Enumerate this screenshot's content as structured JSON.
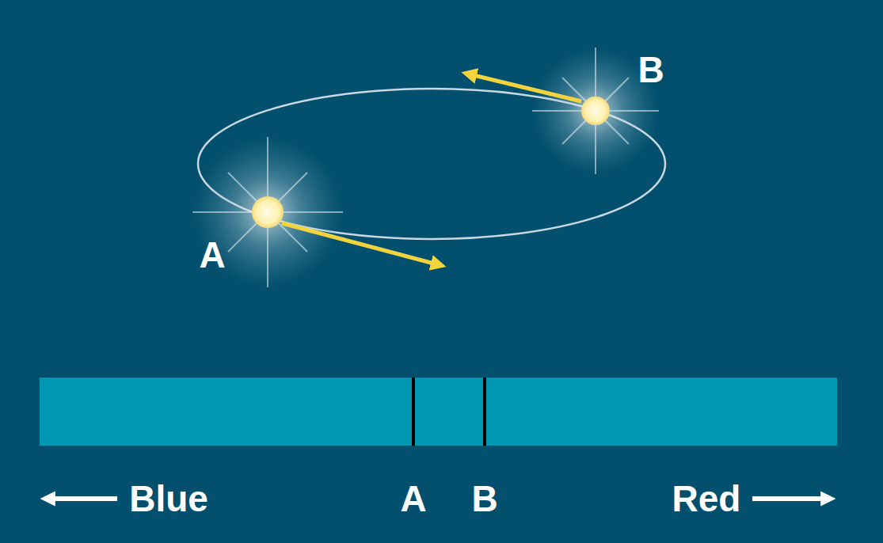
{
  "diagram": {
    "labels": [
      "B",
      "A",
      "Blue",
      "A",
      "B",
      "Red"
    ]
  }
}
